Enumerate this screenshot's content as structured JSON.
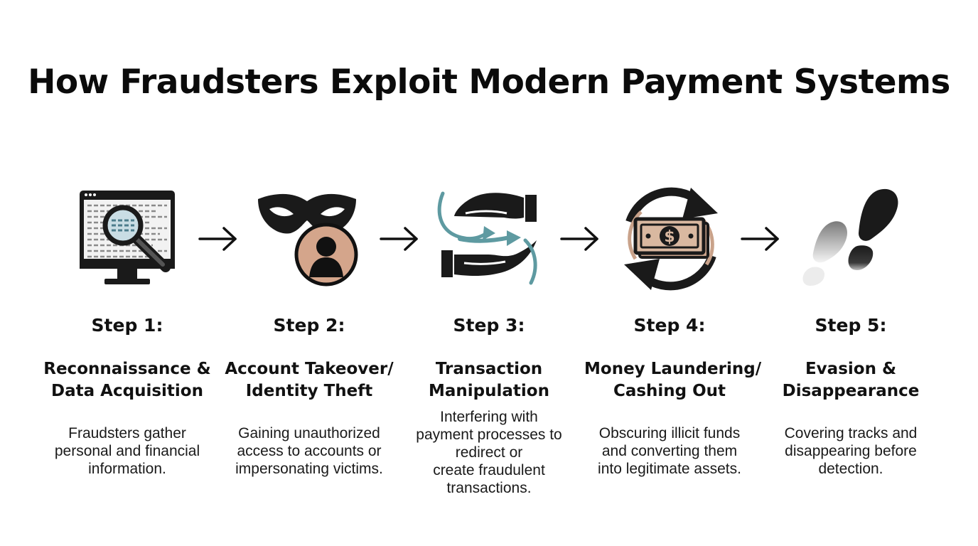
{
  "title": "How Fraudsters Exploit Modern Payment Systems",
  "colors": {
    "ink": "#111111",
    "skin": "#d4a58b",
    "teal": "#5e9aa1",
    "cash": "#c9a28a",
    "screen": "#f2f2f2"
  },
  "steps": [
    {
      "label": "Step 1:",
      "heading": [
        "Reconnaissance &",
        "Data Acquisition"
      ],
      "description": [
        "Fraudsters gather",
        "personal and financial",
        "information."
      ],
      "icon": "monitor-magnifier-icon"
    },
    {
      "label": "Step 2:",
      "heading": [
        "Account Takeover/",
        "Identity Theft"
      ],
      "description": [
        "Gaining unauthorized",
        "access to accounts or",
        "impersonating victims."
      ],
      "icon": "mask-user-icon"
    },
    {
      "label": "Step 3:",
      "heading": [
        "Transaction",
        "Manipulation"
      ],
      "description": [
        "Interfering with",
        "payment processes to",
        "redirect or",
        "create fraudulent",
        "transactions."
      ],
      "icon": "hands-exchange-icon"
    },
    {
      "label": "Step 4:",
      "heading": [
        "Money Laundering/",
        "Cashing Out"
      ],
      "description": [
        "Obscuring illicit funds",
        "and converting them",
        "into legitimate assets."
      ],
      "icon": "money-cycle-icon"
    },
    {
      "label": "Step 5:",
      "heading": [
        "Evasion &",
        "Disappearance"
      ],
      "description": [
        "Covering tracks and",
        "disappearing before",
        "detection."
      ],
      "icon": "fading-footprints-icon"
    }
  ]
}
